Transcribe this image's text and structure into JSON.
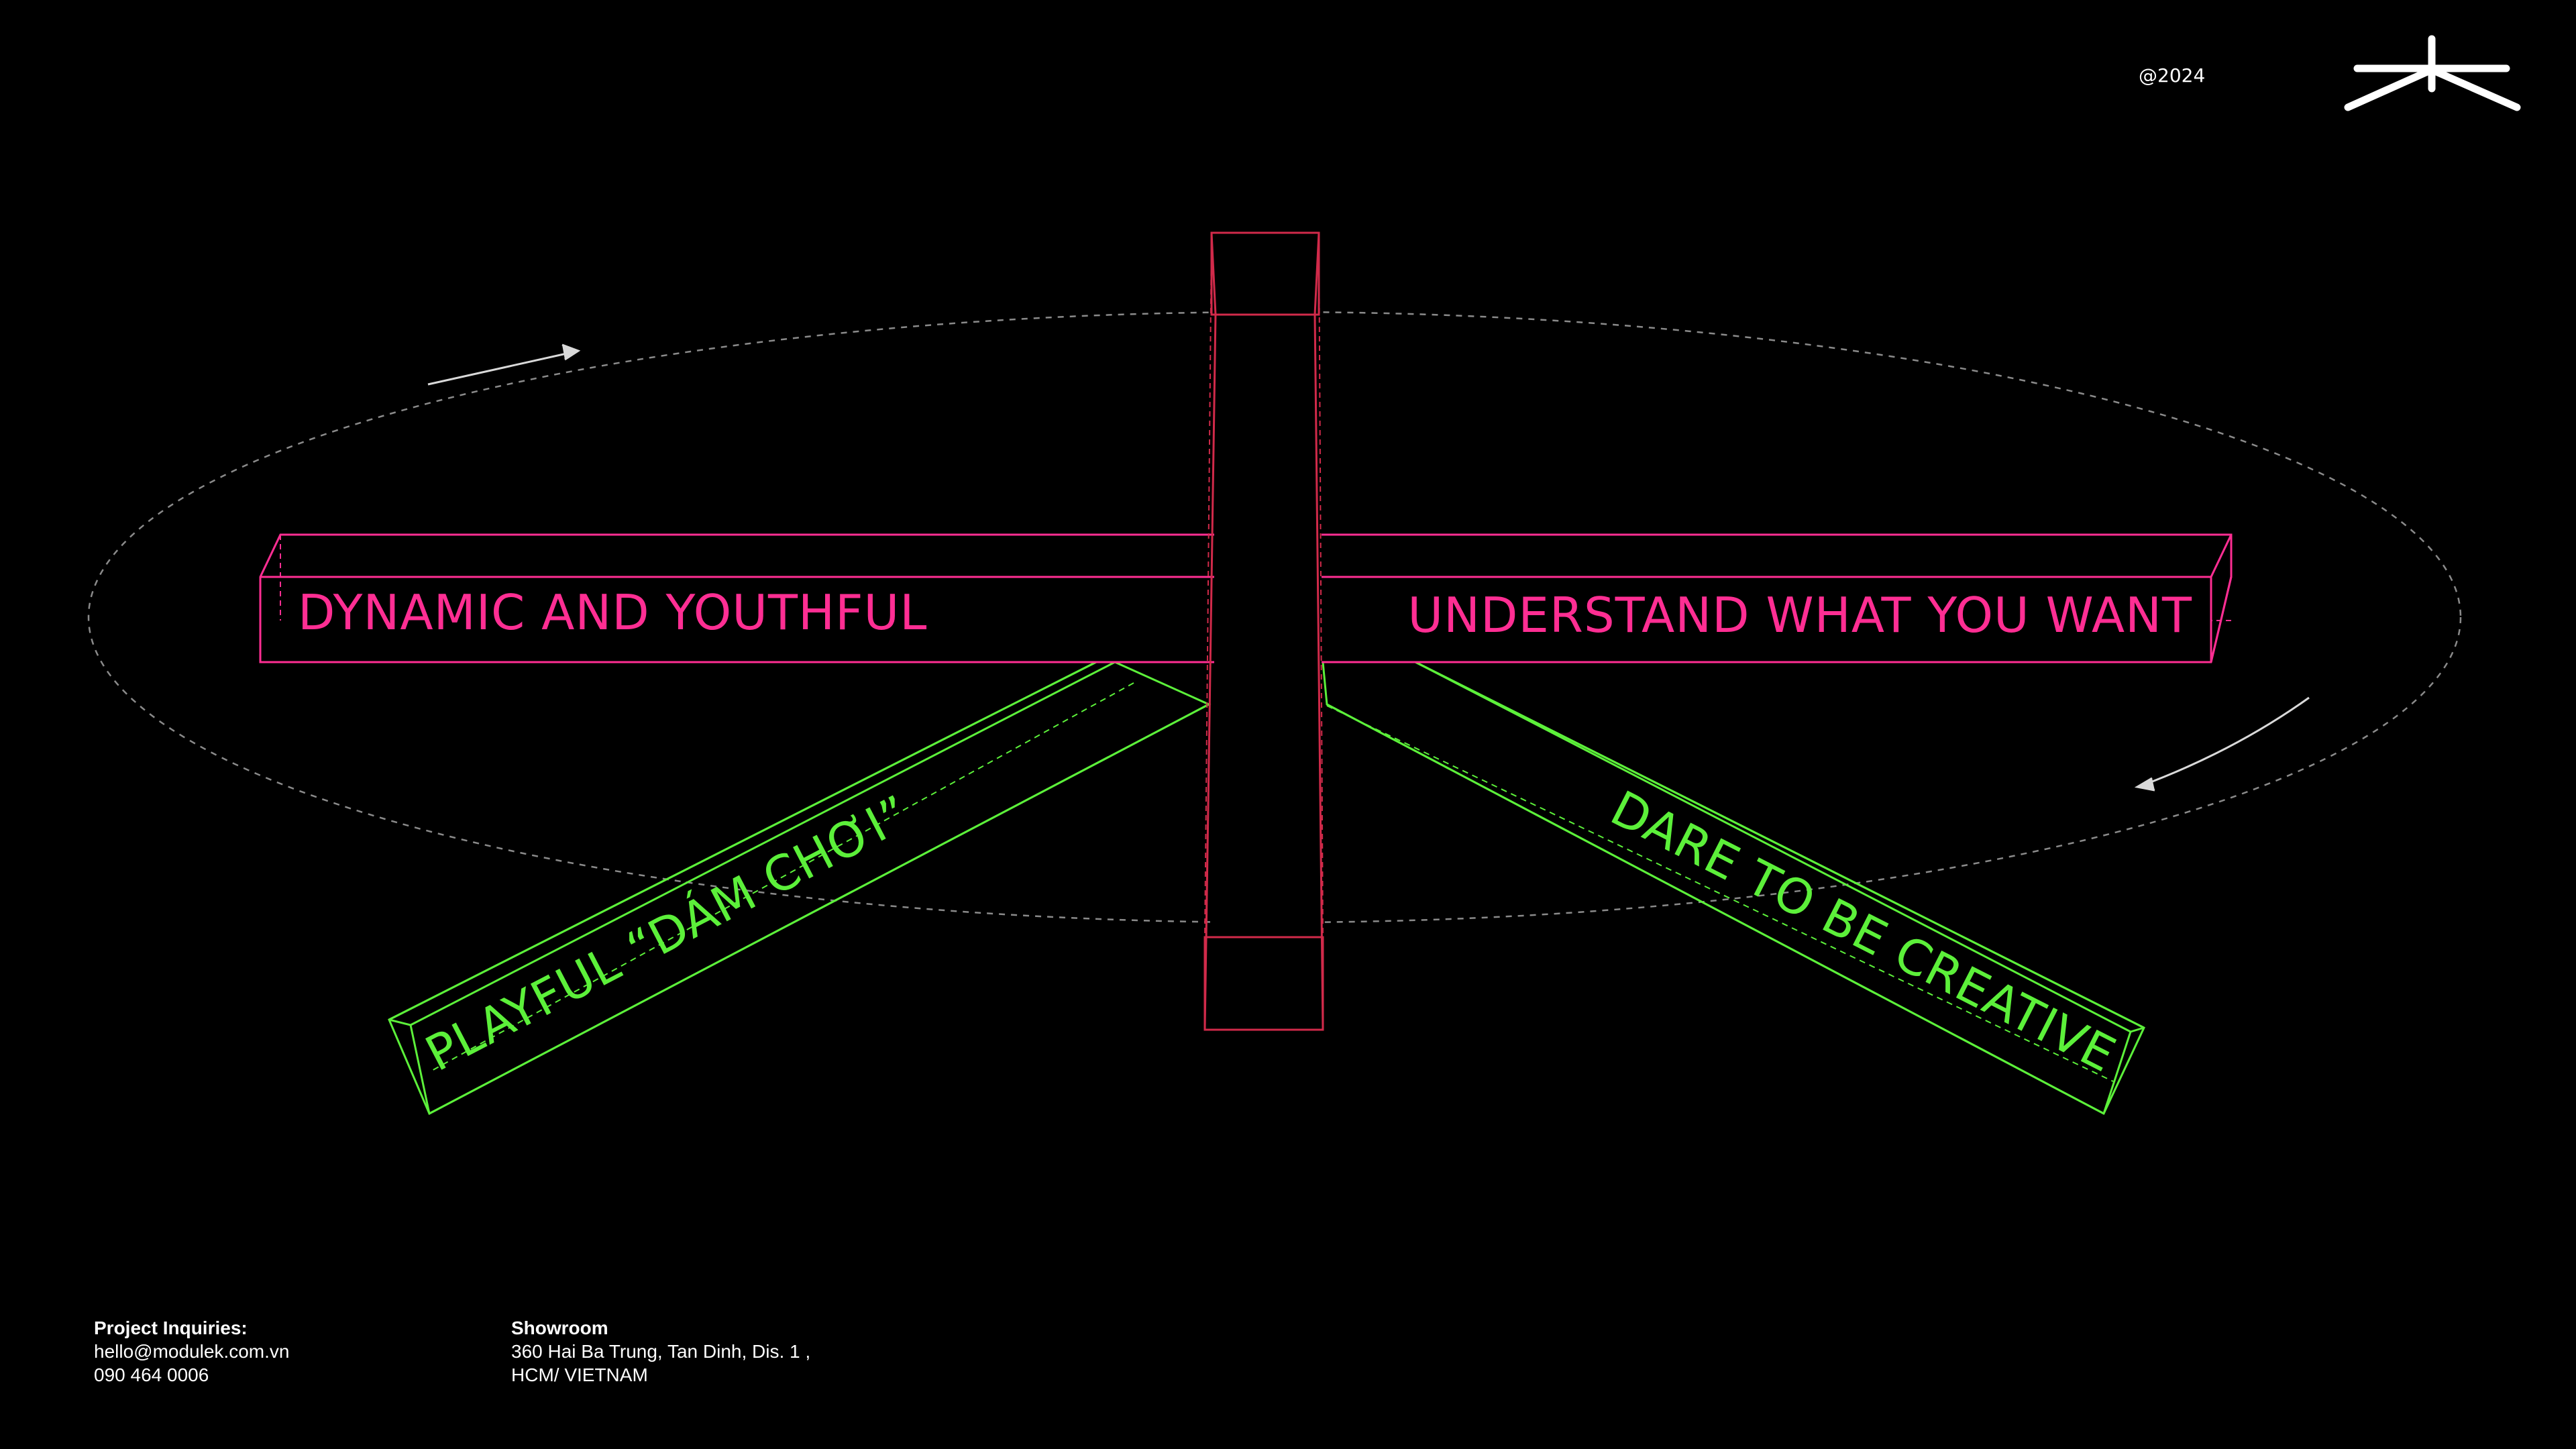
{
  "header": {
    "year": "@2024",
    "logo_icon": "asterisk-logo-icon"
  },
  "diagram": {
    "labels": {
      "left_beam": "DYNAMIC AND YOUTHFUL",
      "right_beam": "UNDERSTAND WHAT YOU WANT",
      "lower_left_beam": "PLAYFUL “DÁM CHƠI”",
      "lower_right_beam": "DARE TO BE CREATIVE"
    },
    "colors": {
      "magenta": "#ff2e93",
      "green": "#5cf03a",
      "red_outline": "#d12a4a",
      "ellipse": "#8a8a8a",
      "arrow": "#d9d9d9"
    }
  },
  "footer": {
    "inquiries": {
      "heading": "Project Inquiries:",
      "email": "hello@modulek.com.vn",
      "phone": "090 464 0006"
    },
    "showroom": {
      "heading": "Showroom",
      "address_line1": "360 Hai Ba Trung, Tan Dinh, Dis. 1 ,",
      "address_line2": "HCM/ VIETNAM"
    }
  }
}
